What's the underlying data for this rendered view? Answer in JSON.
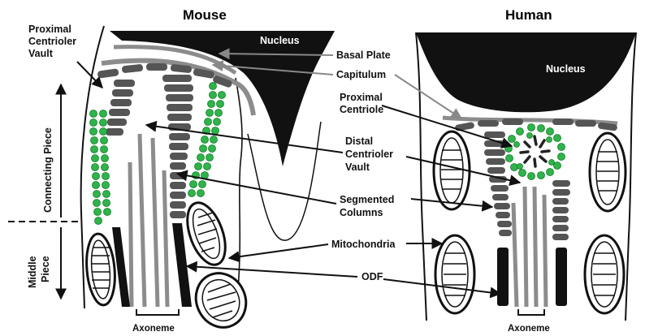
{
  "titles": {
    "left": "Mouse",
    "right": "Human"
  },
  "labels": {
    "proximal_centriolar_vault": [
      "Proximal",
      "Centrioler",
      "Vault"
    ],
    "nucleus": "Nucleus",
    "basal_plate": "Basal Plate",
    "capitulum": "Capitulum",
    "proximal_centriole": [
      "Proximal",
      "Centriole"
    ],
    "distal_centriolar_vault": [
      "Distal",
      "Centrioler",
      "Vault"
    ],
    "segmented_columns": [
      "Segmented",
      "Columns"
    ],
    "mitochondria": "Mitochondria",
    "odf": "ODF",
    "axoneme": "Axoneme",
    "connecting_piece": "Connecting Piece",
    "middle_piece": [
      "Middle",
      "Piece"
    ]
  },
  "colors": {
    "dark": "#111111",
    "gray": "#555555",
    "light_gray": "#8c8c8c",
    "green": "#2fb44a",
    "green_border": "#137a2a"
  }
}
